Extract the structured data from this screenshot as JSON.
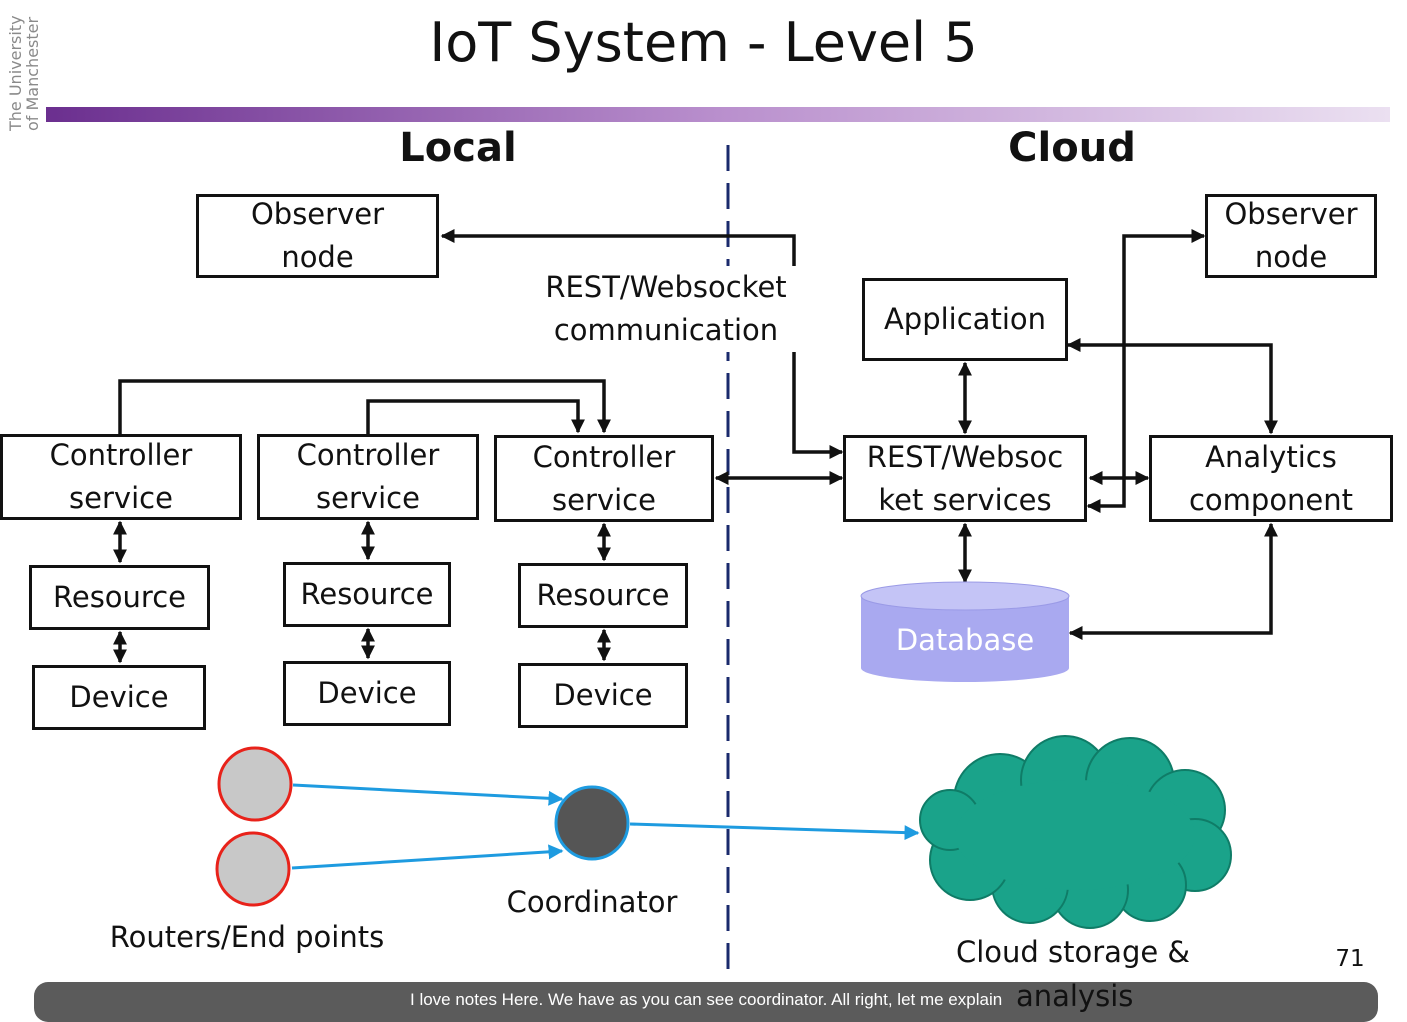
{
  "logo": {
    "line1": "The University",
    "line2": "of Manchester"
  },
  "title": "IoT System - Level 5",
  "sections": {
    "local": "Local",
    "cloud": "Cloud"
  },
  "local": {
    "observer_node": {
      "line1": "Observer",
      "line2": "node"
    },
    "rest_comm": {
      "line1": "REST/Websocket",
      "line2": "communication"
    },
    "columns": [
      {
        "controller": {
          "line1": "Controller",
          "line2": "service"
        },
        "resource": "Resource",
        "device": "Device"
      },
      {
        "controller": {
          "line1": "Controller",
          "line2": "service"
        },
        "resource": "Resource",
        "device": "Device"
      },
      {
        "controller": {
          "line1": "Controller",
          "line2": "service"
        },
        "resource": "Resource",
        "device": "Device"
      }
    ],
    "routers_label": "Routers/End points",
    "coordinator_label": "Coordinator"
  },
  "cloud": {
    "observer_node": {
      "line1": "Observer",
      "line2": "node"
    },
    "application": "Application",
    "rest_services": {
      "line1": "REST/Websoc",
      "line2": "ket services"
    },
    "analytics": {
      "line1": "Analytics",
      "line2": "component"
    },
    "database": "Database",
    "cloud_storage": "Cloud storage &",
    "cloud_storage_cont": "analysis"
  },
  "page_number": "71",
  "caption": "I love notes Here. We have as you can see coordinator. All right, let me explain",
  "colors": {
    "title_bar_start": "#6b2f8f",
    "title_bar_end": "#e8dcef",
    "divider": "#1a2a6c",
    "database": "#a9a9f0",
    "cloud": "#1aa38a",
    "link_blue": "#1e9be0",
    "node_border": "#e8221a",
    "node_fill": "#c8c8c8",
    "coordinator_fill": "#555555",
    "coordinator_border": "#1e9be0"
  }
}
